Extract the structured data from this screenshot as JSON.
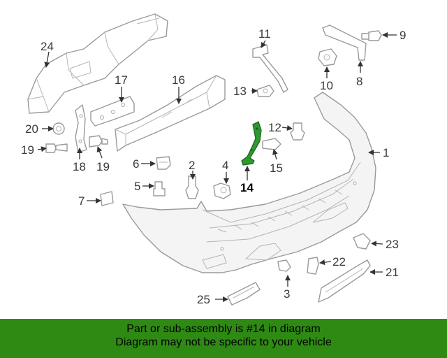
{
  "diagram": {
    "highlight_color": "#2e9a2e",
    "callouts": [
      "1",
      "2",
      "3",
      "4",
      "5",
      "6",
      "7",
      "8",
      "9",
      "10",
      "11",
      "12",
      "13",
      "14",
      "15",
      "16",
      "17",
      "18",
      "19",
      "20",
      "21",
      "22",
      "23",
      "24",
      "25"
    ],
    "highlighted_callout": "14"
  },
  "footer": {
    "line1": "Part or sub-assembly is #14 in diagram",
    "line2": "Diagram may not be specific to your vehicle",
    "background_color": "#2f8a14"
  }
}
